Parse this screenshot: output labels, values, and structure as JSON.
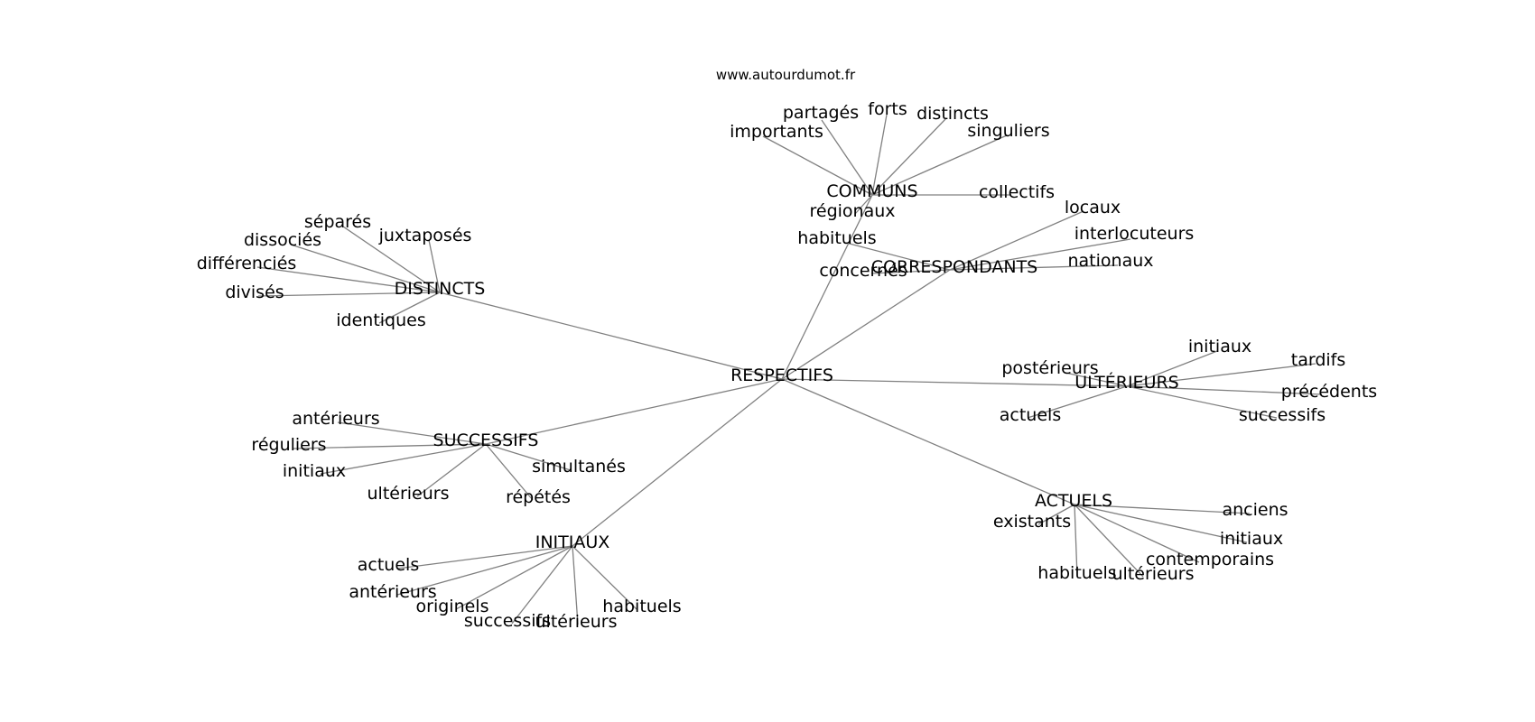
{
  "site": "www.autourdumot.fr",
  "center": "RESPECTIFS",
  "branches": [
    {
      "label": "COMMUNS",
      "children": [
        "importants",
        "partagés",
        "forts",
        "distincts",
        "singuliers",
        "collectifs",
        "régionaux"
      ]
    },
    {
      "label": "CORRESPONDANTS",
      "children": [
        "habituels",
        "concernés",
        "locaux",
        "interlocuteurs",
        "nationaux"
      ]
    },
    {
      "label": "DISTINCTS",
      "children": [
        "séparés",
        "dissociés",
        "juxtaposés",
        "différenciés",
        "divisés",
        "identiques"
      ]
    },
    {
      "label": "ULTÉRIEURS",
      "children": [
        "postérieurs",
        "initiaux",
        "tardifs",
        "précédents",
        "successifs",
        "actuels"
      ]
    },
    {
      "label": "SUCCESSIFS",
      "children": [
        "antérieurs",
        "réguliers",
        "initiaux",
        "ultérieurs",
        "simultanés",
        "répétés"
      ]
    },
    {
      "label": "ACTUELS",
      "children": [
        "anciens",
        "existants",
        "initiaux",
        "contemporains",
        "ultérieurs",
        "habituels"
      ]
    },
    {
      "label": "INITIAUX",
      "children": [
        "actuels",
        "antérieurs",
        "originels",
        "successifs",
        "ultérieurs",
        "habituels"
      ]
    }
  ]
}
